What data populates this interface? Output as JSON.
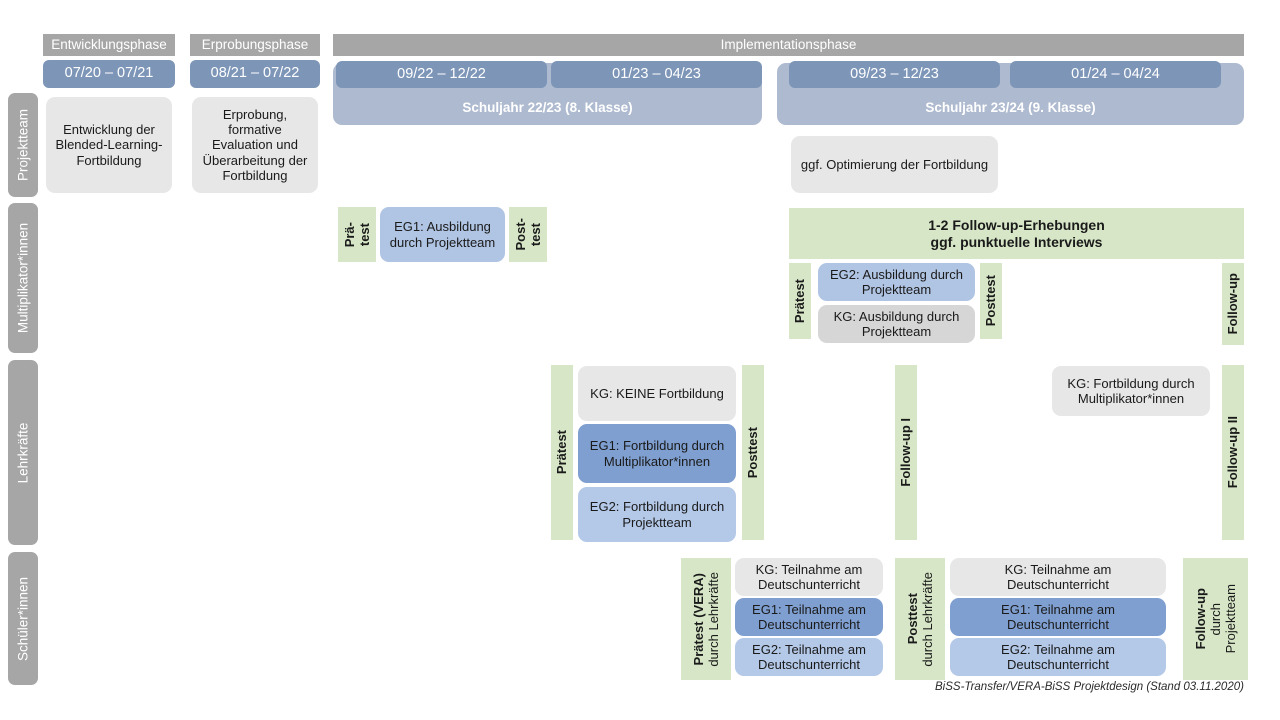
{
  "phases": [
    {
      "label": "Entwicklungsphase"
    },
    {
      "label": "Erprobungsphase"
    },
    {
      "label": "Implementationsphase"
    }
  ],
  "date_chips": [
    {
      "label": "07/20 – 07/21"
    },
    {
      "label": "08/21 – 07/22"
    },
    {
      "label": "09/22 – 12/22"
    },
    {
      "label": "01/23 – 04/23"
    },
    {
      "label": "09/23 – 12/23"
    },
    {
      "label": "01/24 – 04/24"
    }
  ],
  "school_years": [
    {
      "label": "Schuljahr 22/23 (8. Klasse)"
    },
    {
      "label": "Schuljahr 23/24 (9. Klasse)"
    }
  ],
  "roles": [
    {
      "label": "Projektteam"
    },
    {
      "label": "Multiplikator*innen"
    },
    {
      "label": "Lehrkräfte"
    },
    {
      "label": "Schüler*innen"
    }
  ],
  "projektteam": {
    "entwicklung": "Entwicklung der Blended-Learning-Fortbildung",
    "erprobung": "Erprobung, formative Evaluation und Überarbeitung der Fortbildung",
    "optimierung": "ggf. Optimierung der Fortbildung"
  },
  "multiplikator": {
    "praetest_line1": "Prä-",
    "praetest_line2": "test",
    "posttest_line1": "Post-",
    "posttest_line2": "test",
    "eg1": "EG1: Ausbildung durch Projektteam",
    "banner_line1": "1-2 Follow-up-Erhebungen",
    "banner_line2": "ggf. punktuelle Interviews",
    "praetest2": "Prätest",
    "posttest2": "Posttest",
    "followup": "Follow-up",
    "eg2": "EG2: Ausbildung durch Projektteam",
    "kg": "KG: Ausbildung durch Projektteam"
  },
  "lehrkraefte": {
    "praetest": "Prätest",
    "posttest": "Posttest",
    "followup1": "Follow-up I",
    "followup2": "Follow-up II",
    "kg_keine": "KG:  KEINE Fortbildung",
    "eg1": "EG1: Fortbildung durch Multiplikator*innen",
    "eg2": "EG2: Fortbildung durch Projektteam",
    "kg_fortbildung": "KG: Fortbildung durch Multiplikator*innen"
  },
  "schueler": {
    "praetest_bold": "Prätest (VERA)",
    "praetest_sub": "durch Lehrkräfte",
    "posttest_bold": "Posttest",
    "posttest_sub": "durch Lehrkräfte",
    "followup_bold": "Follow-up",
    "followup_sub1": "durch",
    "followup_sub2": "Projektteam",
    "left": {
      "kg": "KG: Teilnahme am Deutschunterricht",
      "eg1": "EG1: Teilnahme am Deutschunterricht",
      "eg2": "EG2: Teilnahme am Deutschunterricht"
    },
    "right": {
      "kg": "KG: Teilnahme am Deutschunterricht",
      "eg1": "EG1: Teilnahme am Deutschunterricht",
      "eg2": "EG2: Teilnahme am Deutschunterricht"
    }
  },
  "footer": "BiSS-Transfer/VERA-BiSS Projektdesign (Stand 03.11.2020)",
  "colors": {
    "gray_header": "#a6a6a6",
    "date_chip": "#7d96b8",
    "year_box": "#aebacf",
    "green": "#d6e6c6",
    "card_gray": "#e7e7e7",
    "eg1_blue": "#7f9fd0",
    "eg2_blue": "#b4c8e8"
  }
}
